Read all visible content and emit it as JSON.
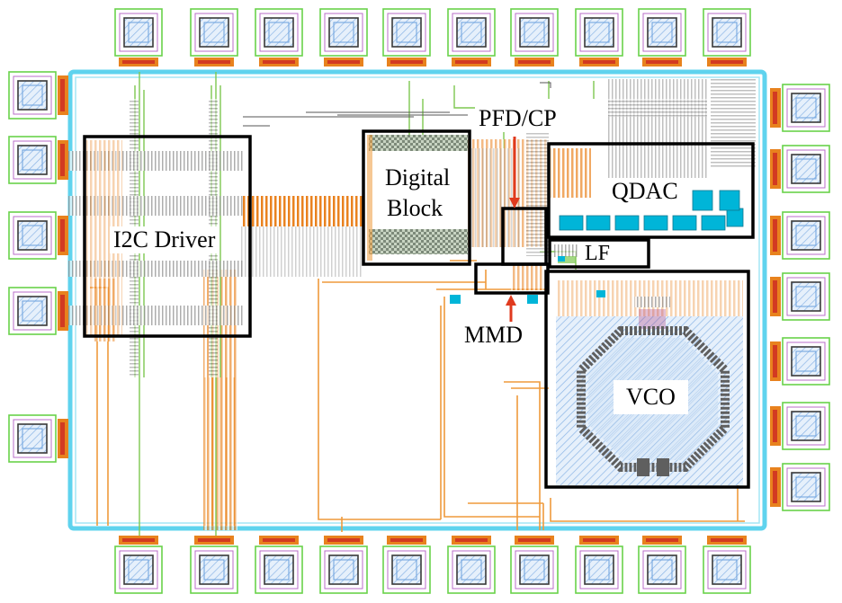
{
  "labels": {
    "i2c": "I2C Driver",
    "digital_line1": "Digital",
    "digital_line2": "Block",
    "pfd": "PFD/CP",
    "qdac": "QDAC",
    "lf": "LF",
    "mmd": "MMD",
    "vco": "VCO"
  },
  "colors": {
    "ring": "#5fd3ee",
    "pad_outline": "#69d24a",
    "pad_hatch": "#6ea8e8",
    "pad_contact": "#e8821e",
    "pad_contact_inner": "#d23a22",
    "routing_orange": "#ef9a3c",
    "routing_green": "#7ec850",
    "arrow_red": "#e03a1e",
    "block_border": "#000000",
    "vco_fill": "#b8d4ee",
    "qdac_cells": "#00b5d8"
  }
}
